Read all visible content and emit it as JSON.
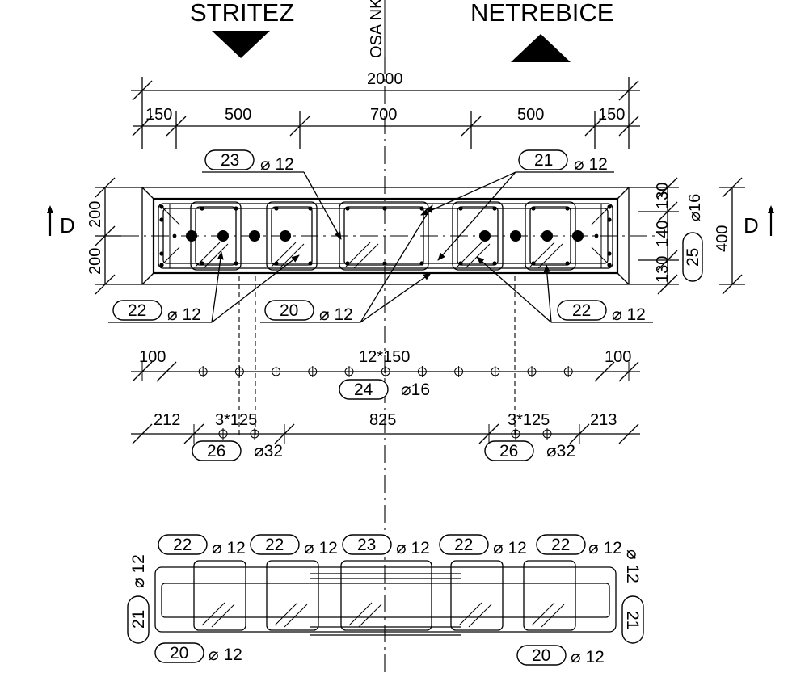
{
  "directions": {
    "left": "STRITEZ",
    "right": "NETREBICE"
  },
  "axis_label": "OSA NK",
  "section_marker": "D",
  "dims": {
    "total": "2000",
    "end_left": "150",
    "bay_left": "500",
    "middle": "700",
    "bay_right": "500",
    "end_right": "150",
    "height_top": "200",
    "height_bottom": "200",
    "height_total": "400",
    "v130a": "130",
    "v140": "140",
    "v130b": "130",
    "stir_end_left": "100",
    "stir_spacing": "12*150",
    "stir_end_right": "100",
    "main_212": "212",
    "main_3x125_left": "3*125",
    "main_825": "825",
    "main_3x125_right": "3*125",
    "main_213": "213"
  },
  "bars": {
    "b20": "20",
    "b21": "21",
    "b22": "22",
    "b23": "23",
    "b24": "24",
    "b25": "25",
    "b26": "26",
    "d12": "⌀ 12",
    "d16": "⌀16",
    "d32": "⌀32"
  }
}
